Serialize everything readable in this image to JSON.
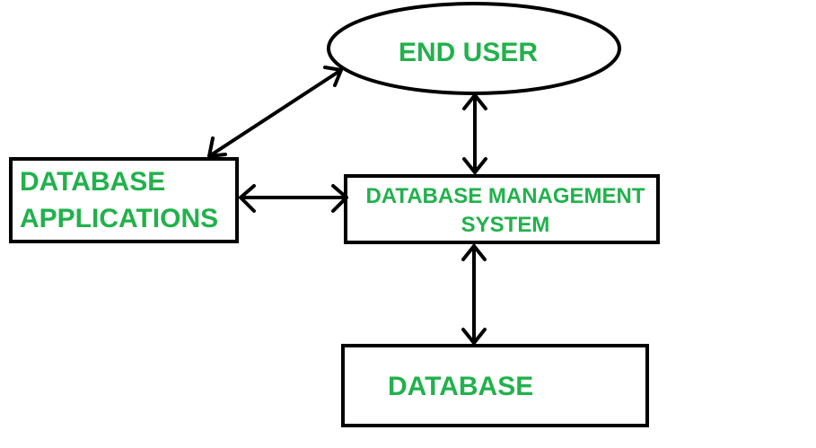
{
  "nodes": {
    "end_user": {
      "label": "END USER",
      "shape": "ellipse"
    },
    "database_applications": {
      "label_line1": "DATABASE",
      "label_line2": "APPLICATIONS",
      "shape": "rectangle"
    },
    "dbms": {
      "label_line1": "DATABASE MANAGEMENT",
      "label_line2": "SYSTEM",
      "shape": "rectangle"
    },
    "database": {
      "label": "DATABASE",
      "shape": "rectangle"
    }
  },
  "edges": [
    {
      "from": "database_applications",
      "to": "end_user",
      "direction": "both"
    },
    {
      "from": "end_user",
      "to": "dbms",
      "direction": "both"
    },
    {
      "from": "database_applications",
      "to": "dbms",
      "direction": "both"
    },
    {
      "from": "dbms",
      "to": "database",
      "direction": "both"
    }
  ],
  "colors": {
    "text": "#22b14c",
    "stroke": "#000000",
    "background": "#ffffff"
  }
}
